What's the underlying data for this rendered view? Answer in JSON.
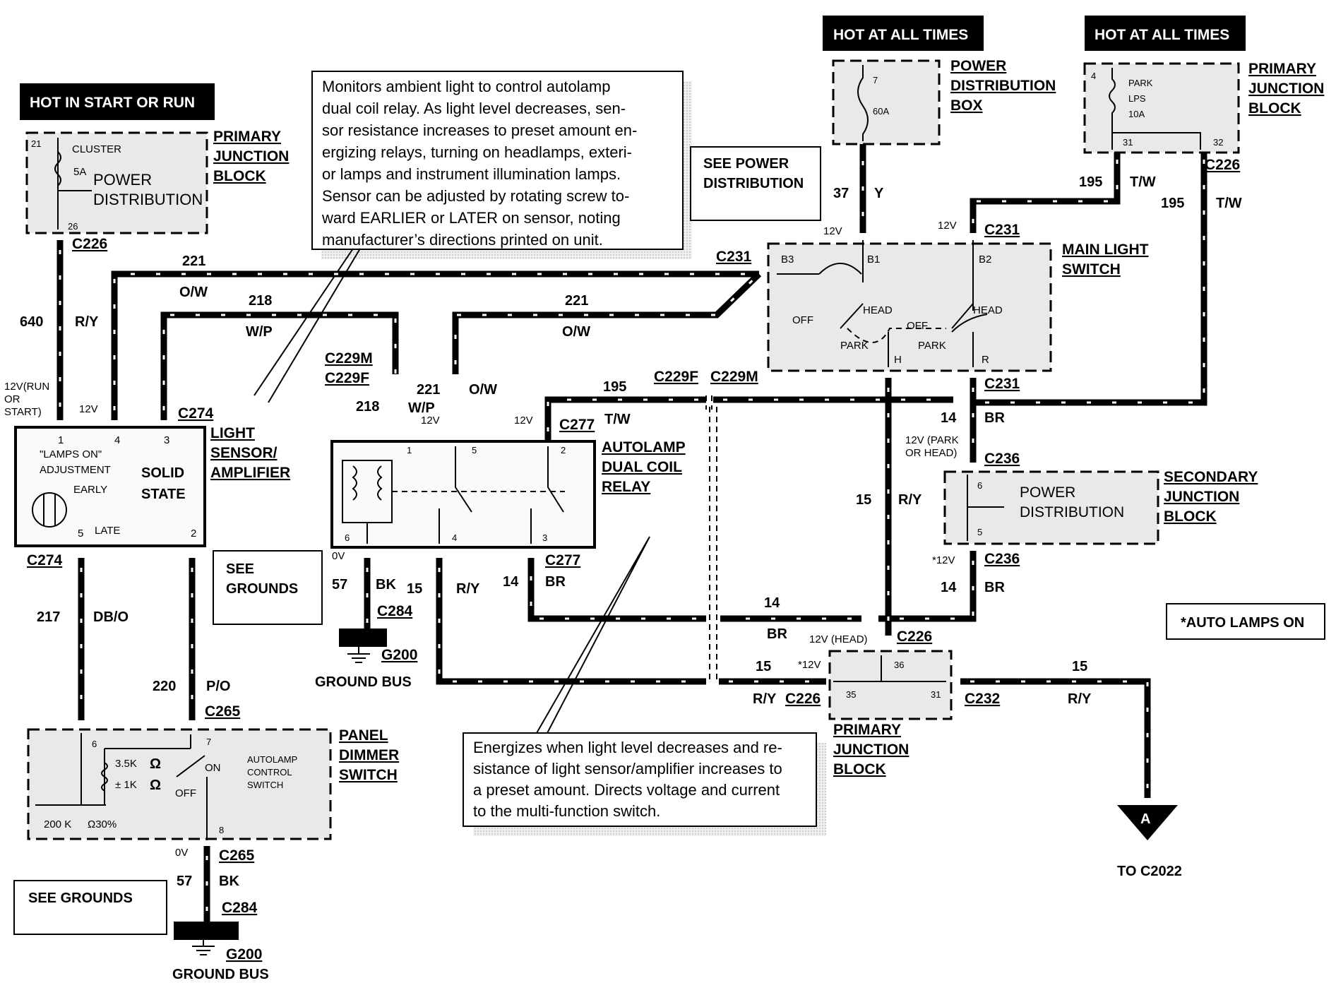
{
  "hot": {
    "start_run": "HOT IN START OR RUN",
    "all_times_1": "HOT AT ALL TIMES",
    "all_times_2": "HOT AT ALL TIMES"
  },
  "notes": {
    "sensor_lines": [
      "Monitors ambient light to control autolamp",
      "dual coil relay.  As light level decreases, sen-",
      "sor resistance increases to preset amount en-",
      "ergizing relays, turning on headlamps, exteri-",
      "or lamps and instrument illumination lamps.",
      "Sensor can be adjusted by rotating screw to-",
      "ward EARLIER or LATER on sensor, noting",
      "manufacturer’s directions printed on unit."
    ],
    "relay_lines": [
      "Energizes when light level decreases and re-",
      "sistance of light sensor/amplifier increases to",
      "a preset amount. Directs voltage and current",
      "to the multi-function switch."
    ],
    "see_power": [
      "SEE POWER",
      "DISTRIBUTION"
    ],
    "see_grounds_1": [
      "SEE",
      "GROUNDS"
    ],
    "see_grounds_2": "SEE GROUNDS",
    "auto_lamps_on": "*AUTO LAMPS ON"
  },
  "components": {
    "pjb_top_left": [
      "PRIMARY",
      "JUNCTION",
      "BLOCK"
    ],
    "pdb": [
      "POWER",
      "DISTRIBUTION",
      "BOX"
    ],
    "pjb_top_right": [
      "PRIMARY",
      "JUNCTION",
      "BLOCK"
    ],
    "main_light_switch": [
      "MAIN LIGHT",
      "SWITCH"
    ],
    "light_sensor": [
      "LIGHT",
      "SENSOR/",
      "AMPLIFIER"
    ],
    "relay": [
      "AUTOLAMP",
      "DUAL COIL",
      "RELAY"
    ],
    "sjb": [
      "SECONDARY",
      "JUNCTION",
      "BLOCK"
    ],
    "pjb_bottom": [
      "PRIMARY",
      "JUNCTION",
      "BLOCK"
    ],
    "panel_dimmer": [
      "PANEL",
      "DIMMER",
      "SWITCH"
    ]
  },
  "inner": {
    "cluster": "CLUSTER",
    "fuse_5a": "5A",
    "power_dist": [
      "POWER",
      "DISTRIBUTION"
    ],
    "pin21": "21",
    "pin26": "26",
    "pdb_pin": "7",
    "pdb_fuse": "60A",
    "pjb_pin4": "4",
    "park_lps": [
      "PARK",
      "LPS",
      "10A"
    ],
    "pin31": "31",
    "pin32": "32",
    "sensor_pins": [
      "1",
      "4",
      "3",
      "5",
      "2"
    ],
    "lamps_on": [
      "\"LAMPS ON\"",
      "ADJUSTMENT"
    ],
    "early": "EARLY",
    "late": "LATE",
    "solid_state": [
      "SOLID",
      "STATE"
    ],
    "relay_pins": [
      "1",
      "5",
      "2",
      "6",
      "4",
      "3"
    ],
    "mls_b3": "B3",
    "mls_b1": "B1",
    "mls_b2": "B2",
    "off": "OFF",
    "head": "HEAD",
    "park": "PARK",
    "h": "H",
    "r": "R",
    "sjb_pins": [
      "6",
      "5"
    ],
    "sjb_pd": [
      "POWER",
      "DISTRIBUTION"
    ],
    "pjb_pins": [
      "36",
      "35",
      "31"
    ],
    "pds_pins": [
      "6",
      "7",
      "8"
    ],
    "res1": "3.5K",
    "res2": "± 1K",
    "ohm": "Ω",
    "on": "ON",
    "autolamp_switch": [
      "AUTOLAMP",
      "CONTROL",
      "SWITCH"
    ],
    "pot": "200 K",
    "pot_pct": "Ω30%"
  },
  "connectors": {
    "c226_a": "C226",
    "c226_b": "C226",
    "c226_c": "C226",
    "c226_d": "C226",
    "c231_a": "C231",
    "c231_b": "C231",
    "c231_c": "C231",
    "c274_a": "C274",
    "c274_b": "C274",
    "c229m_a": "C229M",
    "c229f_a": "C229F",
    "c229f_b": "C229F",
    "c229m_b": "C229M",
    "c277_a": "C277",
    "c277_b": "C277",
    "c236_a": "C236",
    "c236_b": "C236",
    "c284_a": "C284",
    "c284_b": "C284",
    "g200_a": "G200",
    "g200_b": "G200",
    "c265_a": "C265",
    "c265_b": "C265",
    "c232": "C232",
    "ground_bus_a": "GROUND BUS",
    "ground_bus_b": "GROUND BUS",
    "arrow_a": "A",
    "to_c2022": "TO C2022"
  },
  "wires": {
    "w640": "640",
    "ry_640": "R/Y",
    "w221_top": "221",
    "ow_top": "O/W",
    "w218_top": "218",
    "wp_top": "W/P",
    "w221_mid": "221",
    "ow_mid": "O/W",
    "w37": "37",
    "y": "Y",
    "w195_a": "195",
    "tw_a": "T/W",
    "w195_b": "195",
    "tw_b": "T/W",
    "w195_c": "195",
    "tw_c": "T/W",
    "w218_r": "218",
    "w221_r": "221",
    "wp_r": "W/P",
    "ow_r": "O/W",
    "w14_a": "14",
    "br_a": "BR",
    "w15_a": "15",
    "ry_a": "R/Y",
    "w14_b": "14",
    "br_b": "BR",
    "w217": "217",
    "dbo": "DB/O",
    "w220": "220",
    "po": "P/O",
    "w57_a": "57",
    "bk_a": "BK",
    "w15_b": "15",
    "ry_b": "R/Y",
    "w14_c": "14",
    "br_c": "BR",
    "w14_d": "14",
    "br_d": "BR",
    "w15_c": "15",
    "ry_c": "R/Y",
    "w15_d": "15",
    "ry_d": "R/Y",
    "w57_b": "57",
    "bk_b": "BK"
  },
  "voltages": {
    "v12_runstart": [
      "12V(RUN",
      "OR",
      "START)"
    ],
    "v12_s1": "12V",
    "v12_mls1": "12V",
    "v12_mls2": "12V",
    "v12_relay1": "12V",
    "v12_relay2": "12V",
    "v12_parkhead": [
      "12V (PARK",
      "OR HEAD)"
    ],
    "v12_star1": "*12V",
    "v12_head": "12V (HEAD)",
    "v12_star2": "*12V",
    "v0_a": "0V",
    "v0_b": "0V"
  }
}
